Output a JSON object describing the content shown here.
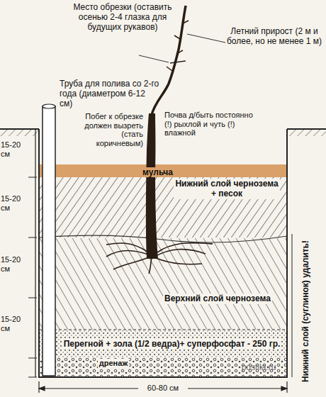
{
  "diagram": {
    "nodes": [
      {
        "text": [
          "мульча"
        ]
      },
      {
        "text": [
          "Нижний слой чернозема + песок"
        ]
      },
      {
        "text": [
          "Верхний слой чернозема"
        ]
      },
      {
        "text": [
          "Перегной + зола (1/2 ведра)+ суперфосфат - 250 гр."
        ]
      },
      {
        "text": [
          "дренаж"
        ]
      }
    ],
    "labels": [
      "Место обрезки (оставить осенью 2-4 глазка для будущих рукавов)",
      "Летний прирост (2 м и более, но не менее 1 м)",
      "Труба для полива со 2-го года (диаметром 6-12 см)",
      "Побег к обрезке должен вызреть (стать коричневым)",
      "Почва д/быть постоянно (!) рыхлой и чуть (!) влажной",
      "15-20 см",
      "15-20 см",
      "15-20 см",
      "15-20 см",
      "60-80 см",
      "Нижний слой (суглинок) удалить!",
      "postila.ru"
    ]
  }
}
